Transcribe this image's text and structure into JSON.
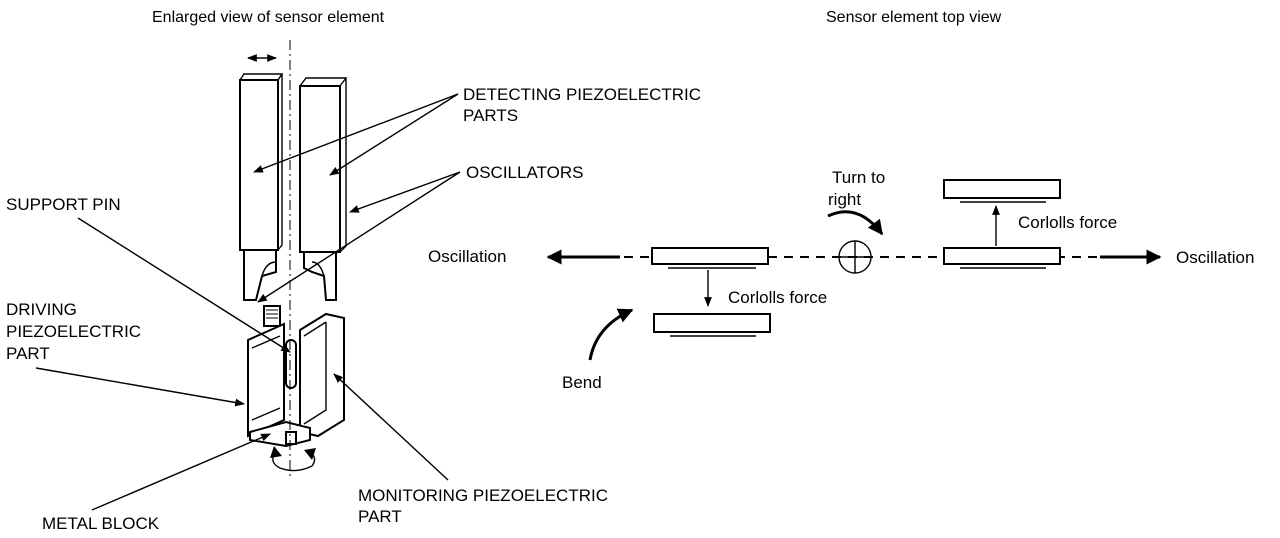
{
  "titles": {
    "left": "Enlarged view of sensor element",
    "right": "Sensor element top view"
  },
  "labels": {
    "detecting_1": "DETECTING PIEZOELECTRIC",
    "detecting_2": "PARTS",
    "oscillators": "OSCILLATORS",
    "support_pin": "SUPPORT PIN",
    "driving_1": "DRIVING",
    "driving_2": "PIEZOELECTRIC",
    "driving_3": "PART",
    "metal_block": "METAL BLOCK",
    "monitoring_1": "MONITORING PIEZOELECTRIC",
    "monitoring_2": "PART"
  },
  "top_view": {
    "oscillation_left": "Oscillation",
    "oscillation_right": "Oscillation",
    "coriolis_left": "Corlolls force",
    "coriolis_right": "Corlolls force",
    "turn_1": "Turn to",
    "turn_2": "right",
    "bend": "Bend"
  },
  "colors": {
    "ink": "#000000",
    "paper": "#ffffff"
  }
}
